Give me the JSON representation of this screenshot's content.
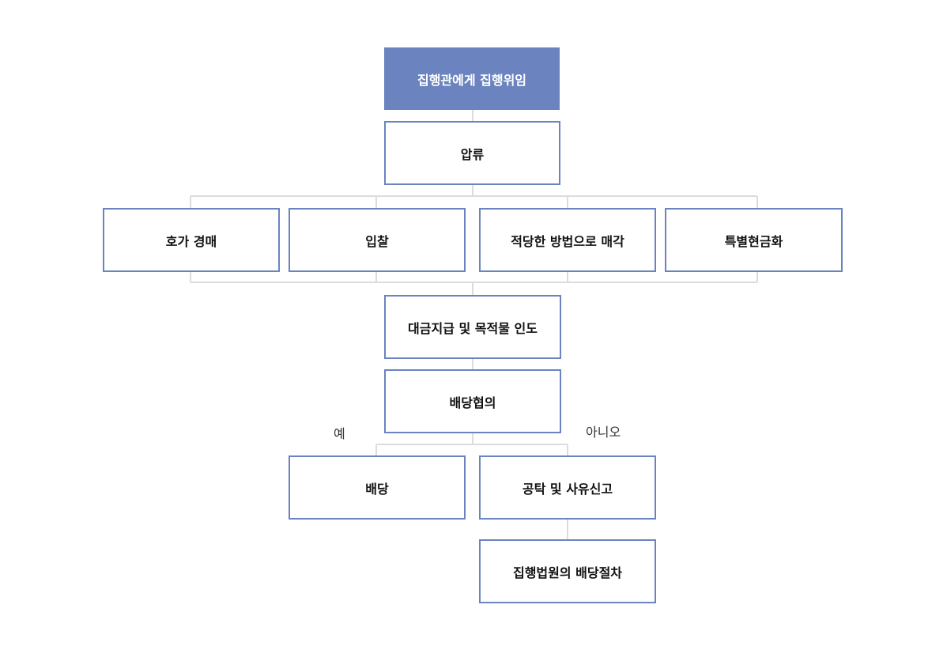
{
  "nodes": {
    "delegation": "집행관에게 집행위임",
    "seizure": "압류",
    "auction": "호가 경매",
    "bidding": "입찰",
    "appropriate_sale": "적당한 방법으로 매각",
    "special_cash": "특별현금화",
    "payment_delivery": "대금지급 및 목적물 인도",
    "distribution_agreement": "배당협의",
    "distribution": "배당",
    "deposit_report": "공탁 및 사유신고",
    "court_distribution": "집행법원의 배당절차"
  },
  "edge_labels": {
    "yes": "예",
    "no": "아니오"
  },
  "colors": {
    "accent": "#6b84bf",
    "connector": "#dcdcdc"
  }
}
